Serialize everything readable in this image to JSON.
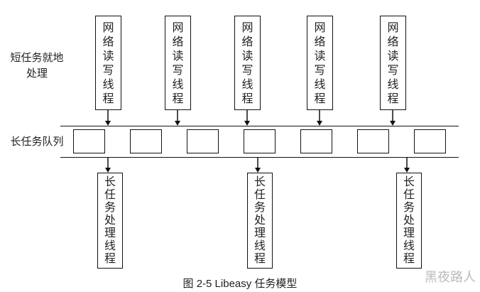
{
  "labels": {
    "short_task": "短任务就地处理",
    "long_queue": "长任务队列"
  },
  "io_threads": [
    "网络读写线程",
    "网络读写线程",
    "网络读写线程",
    "网络读写线程",
    "网络读写线程"
  ],
  "worker_threads": [
    "长任务处理线程",
    "长任务处理线程",
    "长任务处理线程"
  ],
  "queue_slots": 7,
  "caption": "图 2-5 Libeasy 任务模型",
  "watermark": "黑夜路人"
}
